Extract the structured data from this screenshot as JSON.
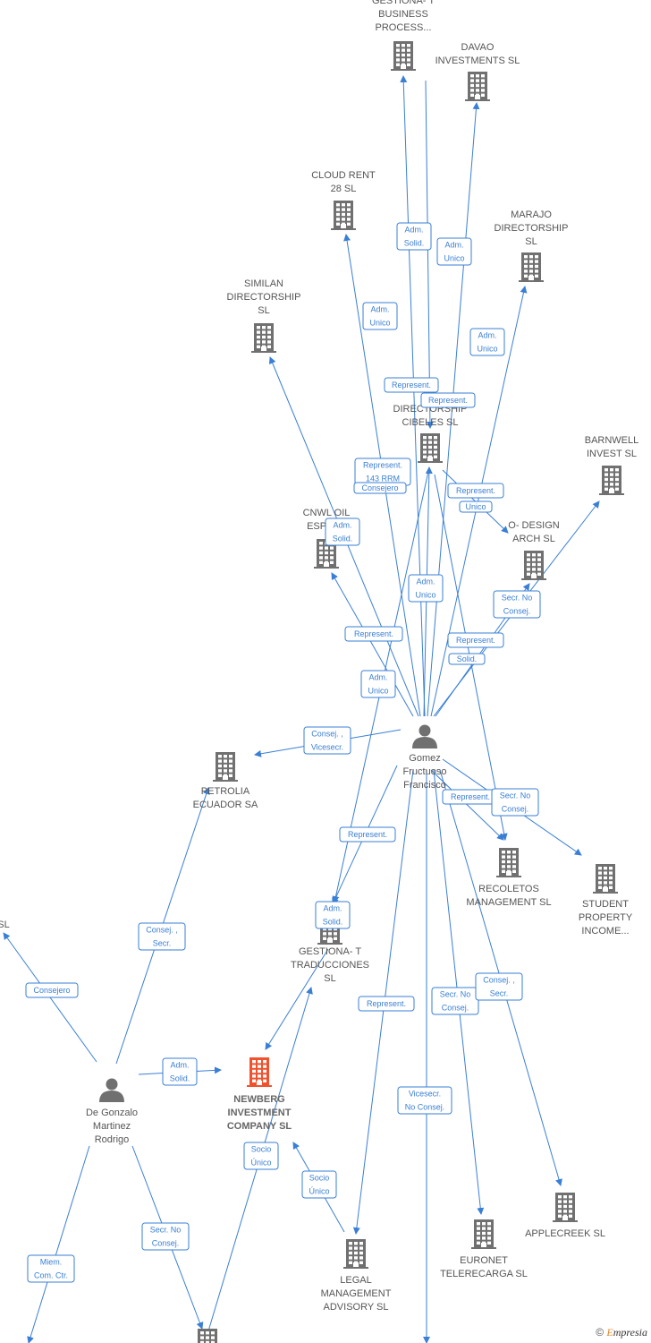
{
  "colors": {
    "edge": "#3a7fd5",
    "building": "#707070",
    "main_building": "#f0522e",
    "person": "#707070",
    "node_text": "#555555"
  },
  "nodes": [
    {
      "id": "gestiona_bp",
      "type": "company",
      "lines": [
        "GESTIONA- T",
        "BUSINESS",
        "PROCESS..."
      ],
      "icon": "building-icon"
    },
    {
      "id": "davao",
      "type": "company",
      "lines": [
        "DAVAO",
        "INVESTMENTS SL"
      ],
      "icon": "building-icon"
    },
    {
      "id": "cloud",
      "type": "company",
      "lines": [
        "CLOUD RENT",
        "28  SL"
      ],
      "icon": "building-icon"
    },
    {
      "id": "marajo",
      "type": "company",
      "lines": [
        "MARAJO",
        "DIRECTORSHIP",
        "SL"
      ],
      "icon": "building-icon"
    },
    {
      "id": "similan",
      "type": "company",
      "lines": [
        "SIMILAN",
        "DIRECTORSHIP",
        "SL"
      ],
      "icon": "building-icon"
    },
    {
      "id": "cibeles",
      "type": "company",
      "lines": [
        "DIRECTORSHIP",
        "CIBELES SL"
      ],
      "icon": "building-icon"
    },
    {
      "id": "barnwell",
      "type": "company",
      "lines": [
        "BARNWELL",
        "INVEST  SL"
      ],
      "icon": "building-icon"
    },
    {
      "id": "cnwl",
      "type": "company",
      "lines": [
        "CNWL OIL",
        "ESPANA"
      ],
      "icon": "building-icon"
    },
    {
      "id": "odesign",
      "type": "company",
      "lines": [
        "O- DESIGN",
        "ARCH  SL"
      ],
      "icon": "building-icon"
    },
    {
      "id": "gomez",
      "type": "person",
      "lines": [
        "Gomez",
        "Fructuoso",
        "Francisco"
      ],
      "icon": "person-icon"
    },
    {
      "id": "petrolia",
      "type": "company",
      "lines": [
        "PETROLIA",
        "ECUADOR SA"
      ],
      "icon": "building-icon"
    },
    {
      "id": "recoletos",
      "type": "company",
      "lines": [
        "RECOLETOS",
        "MANAGEMENT SL"
      ],
      "icon": "building-icon"
    },
    {
      "id": "student",
      "type": "company",
      "lines": [
        "STUDENT",
        "PROPERTY",
        "INCOME..."
      ],
      "icon": "building-icon"
    },
    {
      "id": "gestiona_tr",
      "type": "company",
      "lines": [
        "GESTIONA- T",
        "TRADUCCIONES",
        "SL"
      ],
      "icon": "building-icon"
    },
    {
      "id": "leftsl",
      "type": "company",
      "lines": [
        "SL"
      ],
      "icon": ""
    },
    {
      "id": "newberg",
      "type": "main",
      "lines": [
        "NEWBERG",
        "INVESTMENT",
        "COMPANY  SL"
      ],
      "icon": "building-icon"
    },
    {
      "id": "gonzalo",
      "type": "person",
      "lines": [
        "De Gonzalo",
        "Martinez",
        "Rodrigo"
      ],
      "icon": "person-icon"
    },
    {
      "id": "legal",
      "type": "company",
      "lines": [
        "LEGAL",
        "MANAGEMENT",
        "ADVISORY  SL"
      ],
      "icon": "building-icon"
    },
    {
      "id": "euronet",
      "type": "company",
      "lines": [
        "EURONET",
        "TELERECARGA SL"
      ],
      "icon": "building-icon"
    },
    {
      "id": "applecreek",
      "type": "company",
      "lines": [
        "APPLECREEK SL"
      ],
      "icon": "building-icon"
    },
    {
      "id": "bottom",
      "type": "company",
      "lines": [],
      "icon": "building-icon"
    }
  ],
  "labels": [
    {
      "id": "l1",
      "lines": [
        "Adm.",
        "Solid."
      ]
    },
    {
      "id": "l2",
      "lines": [
        "Adm.",
        "Unico"
      ]
    },
    {
      "id": "l3",
      "lines": [
        "Adm.",
        "Unico"
      ]
    },
    {
      "id": "l4",
      "lines": [
        "Adm.",
        "Unico"
      ]
    },
    {
      "id": "l5",
      "lines": [
        "Represent."
      ]
    },
    {
      "id": "l6",
      "lines": [
        "Represent."
      ]
    },
    {
      "id": "l7",
      "lines": [
        "Represent.",
        "143 RRM"
      ]
    },
    {
      "id": "l7b",
      "lines": [
        "Consejero"
      ]
    },
    {
      "id": "l8",
      "lines": [
        "Represent."
      ]
    },
    {
      "id": "l8b",
      "lines": [
        "Unico"
      ]
    },
    {
      "id": "l9",
      "lines": [
        "Adm.",
        "Solid."
      ]
    },
    {
      "id": "l10",
      "lines": [
        "Adm.",
        "Unico"
      ]
    },
    {
      "id": "l11",
      "lines": [
        "Secr.  No",
        "Consej."
      ]
    },
    {
      "id": "l12",
      "lines": [
        "Represent."
      ]
    },
    {
      "id": "l13",
      "lines": [
        "Represent."
      ]
    },
    {
      "id": "l13b",
      "lines": [
        "Solid."
      ]
    },
    {
      "id": "l14",
      "lines": [
        "Adm.",
        "Unico"
      ]
    },
    {
      "id": "l15",
      "lines": [
        "Consej. ,",
        "Vicesecr."
      ]
    },
    {
      "id": "l16",
      "lines": [
        "Represent."
      ]
    },
    {
      "id": "l17",
      "lines": [
        "Secr.  No",
        "Consej."
      ]
    },
    {
      "id": "l18",
      "lines": [
        "Represent."
      ]
    },
    {
      "id": "l19",
      "lines": [
        "Adm.",
        "Solid."
      ]
    },
    {
      "id": "l20",
      "lines": [
        "Consejero"
      ]
    },
    {
      "id": "l21",
      "lines": [
        "Consej. ,",
        "Secr."
      ]
    },
    {
      "id": "l22",
      "lines": [
        "Represent."
      ]
    },
    {
      "id": "l23",
      "lines": [
        "Secr.  No",
        "Consej."
      ]
    },
    {
      "id": "l24",
      "lines": [
        "Consej. ,",
        "Secr."
      ]
    },
    {
      "id": "l25",
      "lines": [
        "Adm.",
        "Solid."
      ]
    },
    {
      "id": "l26",
      "lines": [
        "Vicesecr.",
        "No Consej."
      ]
    },
    {
      "id": "l27",
      "lines": [
        "Socio",
        "Único"
      ]
    },
    {
      "id": "l28",
      "lines": [
        "Socio",
        "Único"
      ]
    },
    {
      "id": "l29",
      "lines": [
        "Secr.  No",
        "Consej."
      ]
    },
    {
      "id": "l30",
      "lines": [
        "Miem.",
        "Com. Ctr."
      ]
    }
  ],
  "copyright": {
    "symbol": "©",
    "brand_e": "E",
    "brand_rest": "mpresia"
  }
}
